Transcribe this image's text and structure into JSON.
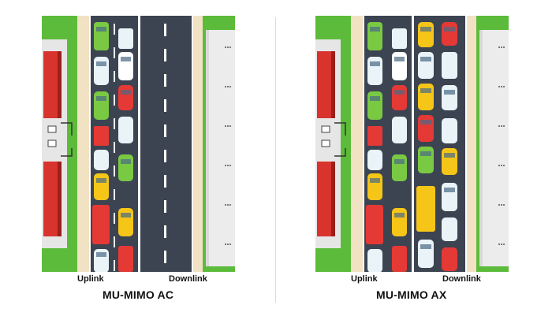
{
  "left": {
    "uplink_label": "Uplink",
    "downlink_label": "Downlink",
    "title": "MU-MIMO AC"
  },
  "right": {
    "uplink_label": "Uplink",
    "downlink_label": "Downlink",
    "title": "MU-MIMO AX"
  },
  "colors": {
    "grass": "#5dbb3b",
    "road": "#3c4452",
    "sidewalk": "#f1e2c4",
    "building_red": "#d8332c",
    "building_gray": "#d9d9d9",
    "car_yellow": "#f5c518",
    "car_green": "#7ac943",
    "car_red": "#e53935",
    "car_white": "#e9f3f8"
  }
}
